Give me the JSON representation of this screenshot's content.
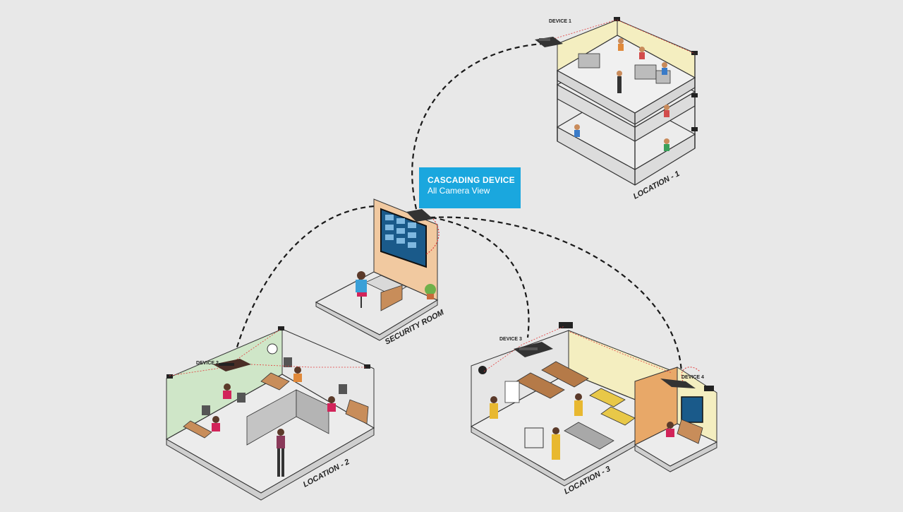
{
  "callout": {
    "title": "CASCADING DEVICE",
    "subtitle": "All Camera View",
    "color": "#1aa7de"
  },
  "labels": {
    "device_1": "DEVICE 1",
    "device_2": "DEVICE 2",
    "device_3": "DEVICE 3",
    "device_4": "DEVICE 4",
    "security_room": "SECURITY ROOM",
    "location_1": "LOCATION - 1",
    "location_2": "LOCATION - 2",
    "location_3": "LOCATION - 3"
  },
  "colors": {
    "background": "#e8e8e8",
    "floor": "#e2e2e2",
    "wall_green": "#cfe6c8",
    "wall_yellow": "#f4eec0",
    "wall_peach": "#f1c9a0",
    "link_line": "#1a1a1a",
    "camera_beam": "#e23a3a"
  }
}
